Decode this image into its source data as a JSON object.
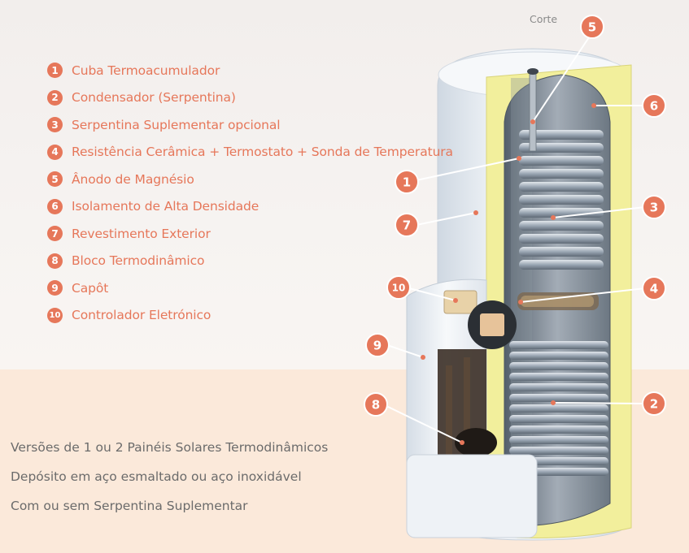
{
  "corte_label": "Corte",
  "legend": [
    {
      "number": "1",
      "label": "Cuba Termoacumulador"
    },
    {
      "number": "2",
      "label": "Condensador (Serpentina)"
    },
    {
      "number": "3",
      "label": "Serpentina Suplementar opcional"
    },
    {
      "number": "4",
      "label": "Resistência Cerâmica + Termostato + Sonda de Temperatura"
    },
    {
      "number": "5",
      "label": "Ânodo de Magnésio"
    },
    {
      "number": "6",
      "label": "Isolamento de Alta Densidade"
    },
    {
      "number": "7",
      "label": "Revestimento Exterior"
    },
    {
      "number": "8",
      "label": "Bloco Termodinâmico"
    },
    {
      "number": "9",
      "label": "Capôt"
    },
    {
      "number": "10",
      "label": "Controlador Eletrónico"
    }
  ],
  "features": [
    "Versões de 1 ou 2 Painéis Solares Termodinâmicos",
    "Depósito em aço esmaltado ou aço inoxidável",
    "Com ou sem Serpentina Suplementar"
  ],
  "callouts": [
    "5",
    "6",
    "1",
    "3",
    "7",
    "10",
    "4",
    "9",
    "8",
    "2"
  ],
  "colors": {
    "accent": "#e6775a",
    "insulation": "#f2ef9c",
    "shell": "#e9eef3",
    "coil": "#9aa6b3",
    "bottom_band": "#fbe9da"
  }
}
